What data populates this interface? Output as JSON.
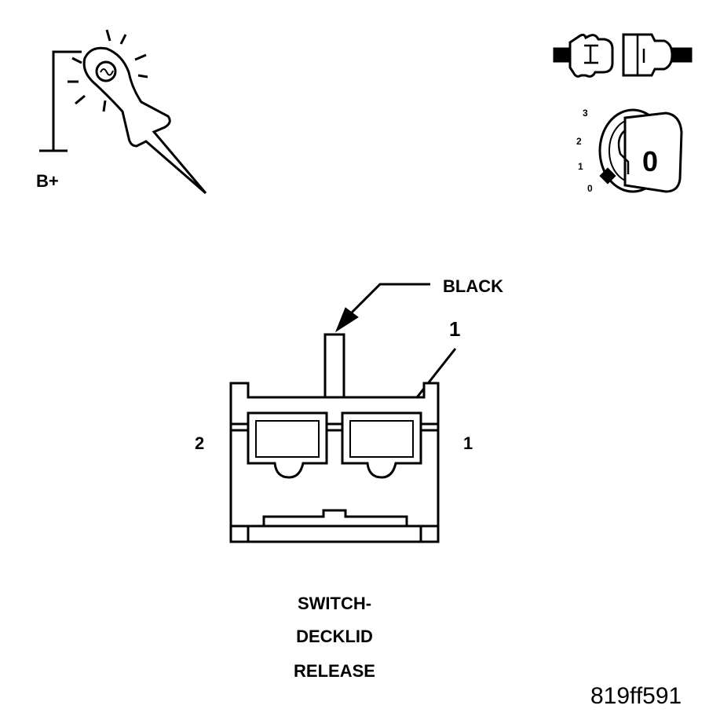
{
  "probe": {
    "supply_label": "B+"
  },
  "ignition": {
    "positions": [
      "3",
      "2",
      "1",
      "0"
    ],
    "key_label": "0"
  },
  "connector": {
    "wire_color_label": "BLACK",
    "callout_number": "1",
    "pin_left": "2",
    "pin_right": "1"
  },
  "caption": [
    "SWITCH-",
    "DECKLID",
    "RELEASE"
  ],
  "figure_id": "819ff591"
}
